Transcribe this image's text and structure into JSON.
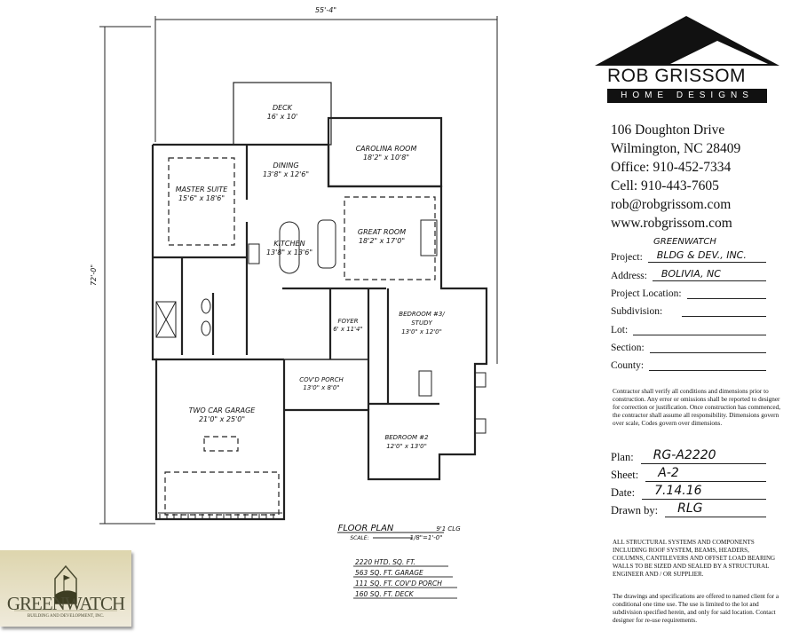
{
  "plan": {
    "overall_width": "55'-4\"",
    "overall_depth": "72'-0\"",
    "rooms": {
      "deck": {
        "name": "DECK",
        "size": "16' x 10'"
      },
      "carolina": {
        "name": "CAROLINA ROOM",
        "size": "18'2\" x 10'8\""
      },
      "dining": {
        "name": "DINING",
        "size": "13'8\" x 12'6\""
      },
      "master": {
        "name": "MASTER SUITE",
        "size": "15'6\" x 18'6\""
      },
      "kitchen": {
        "name": "KITCHEN",
        "size": "13'8\" x 13'6\""
      },
      "great": {
        "name": "GREAT ROOM",
        "size": "18'2\" x 17'0\""
      },
      "foyer": {
        "name": "FOYER",
        "size": "6' x 11'4\""
      },
      "bed3": {
        "name": "BEDROOM #3/",
        "name2": "STUDY",
        "size": "13'0\" x 12'0\""
      },
      "porch": {
        "name": "COV'D PORCH",
        "size": "13'0\" x 8'0\""
      },
      "garage": {
        "name": "TWO CAR GARAGE",
        "size": "21'0\" x 25'0\""
      },
      "bed2": {
        "name": "BEDROOM #2",
        "size": "12'0\" x 13'0\""
      }
    },
    "title": "FLOOR PLAN",
    "title_right": "9'1 CLG",
    "scale_label": "SCALE:",
    "scale": "1/8\"=1'-0\"",
    "areas": [
      "2220 HTD. SQ. FT.",
      "563 SQ. FT. GARAGE",
      "111 SQ. FT. COV'D PORCH",
      "160 SQ. FT. DECK"
    ]
  },
  "designer": {
    "name": "ROB GRISSOM",
    "tagline": "HOME DESIGNS",
    "address1": "106 Doughton Drive",
    "address2": "Wilmington, NC 28409",
    "office": "Office: 910-452-7334",
    "cell": "Cell: 910-443-7605",
    "email": "rob@robgrissom.com",
    "web": "www.robgrissom.com"
  },
  "project": {
    "project_line1": "GREENWATCH",
    "fields": [
      {
        "label": "Project:",
        "value": "BLDG & DEV., INC."
      },
      {
        "label": "Address:",
        "value": "BOLIVIA, NC"
      },
      {
        "label": "Project Location:",
        "value": ""
      },
      {
        "label": "Subdivision:",
        "value": ""
      },
      {
        "label": "Lot:",
        "value": ""
      },
      {
        "label": "Section:",
        "value": ""
      },
      {
        "label": "County:",
        "value": ""
      }
    ],
    "disclaimer": "Contractor shall verify all conditions and dimensions prior to construction. Any error or omissions shall be reported to designer for correction or justification. Once construction has commenced, the contractor shall assume all responsibility. Dimensions govern over scale, Codes govern over dimensions.",
    "sheet_fields": [
      {
        "label": "Plan:",
        "value": "RG-A2220"
      },
      {
        "label": "Sheet:",
        "value": "A-2"
      },
      {
        "label": "Date:",
        "value": "7.14.16"
      },
      {
        "label": "Drawn by:",
        "value": "RLG"
      }
    ],
    "structural_note": "ALL STRUCTURAL SYSTEMS AND COMPONENTS INCLUDING ROOF SYSTEM, BEAMS, HEADERS, COLUMNS, CANTILEVERS AND OFFSET LOAD BEARING WALLS TO BE SIZED AND SEALED BY A STRUCTURAL ENGINEER AND / OR SUPPLIER.",
    "use_note": "The drawings and specifications are offered to named client for a conditional one time use. The use is limited to the lot and subdivision specified herein, and only for said location. Contact designer for re-use requirements."
  },
  "builder_logo": {
    "name": "GREENWATCH",
    "sub": "BUILDING AND DEVELOPMENT, INC."
  }
}
